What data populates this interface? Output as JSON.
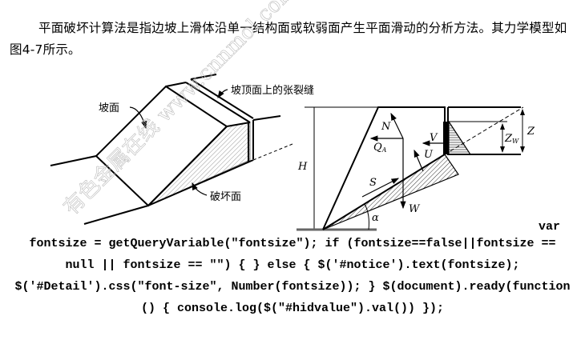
{
  "paragraph": {
    "text": "平面破坏计算法是指边坡上滑体沿单一结构面或软弱面产生平面滑动的分析方法。其力学模型如图4-7所示。"
  },
  "figure": {
    "labels": {
      "slope_face": "坡面",
      "tension_crack": "坡顶面上的张裂缝",
      "failure_plane": "破坏面",
      "H": "H",
      "N": "N",
      "QA": "Q",
      "QA_sub": "A",
      "V": "V",
      "U": "U",
      "S": "S",
      "W": "W",
      "alpha": "α",
      "Z": "Z",
      "Zw": "Z",
      "Zw_sub": "W"
    },
    "watermark": "有色金属在线 www.cnnmol.com"
  },
  "code": {
    "first": "var",
    "lines": [
      "fontsize = getQueryVariable(\"fontsize\"); if (fontsize==false||fontsize ==",
      "null || fontsize == \"\") { } else { $('#notice').text(fontsize);",
      "$('#Detail').css(\"font-size\", Number(fontsize)); } $(document).ready(function",
      "() { console.log($(\"#hidvalue\").val()) });"
    ]
  }
}
